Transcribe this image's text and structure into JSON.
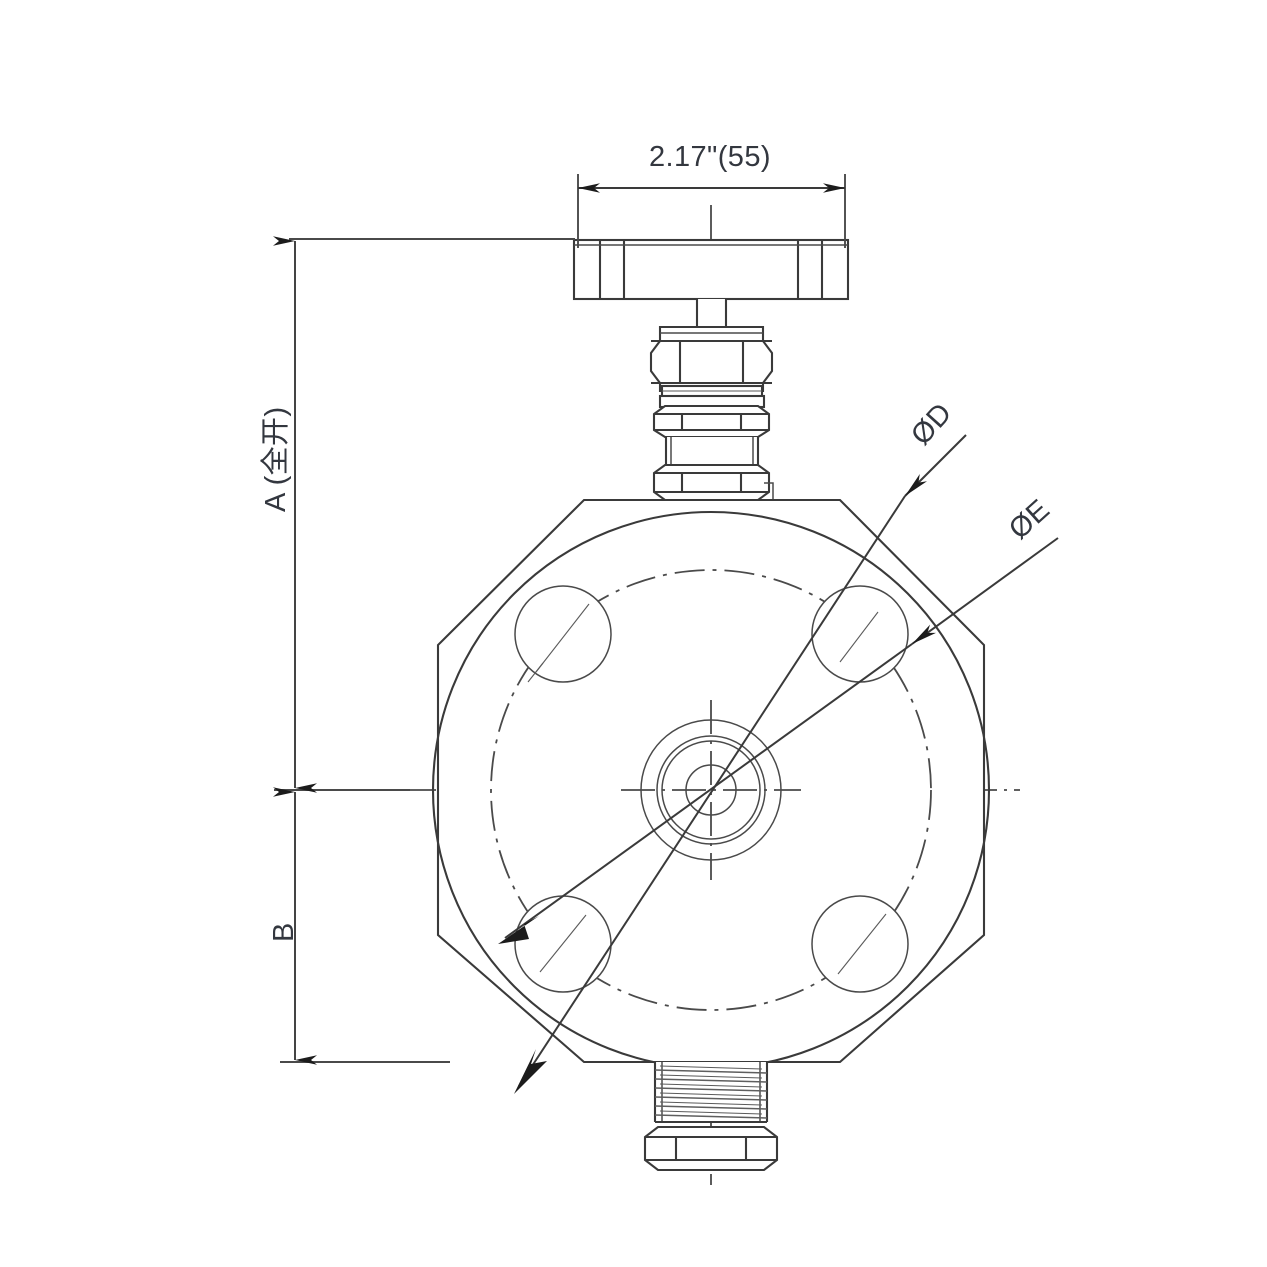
{
  "drawing": {
    "title": "Needle Valve Flanged Body Outline Drawing",
    "view": "front-elevation",
    "line_color": "#3a3a3a",
    "text_color": "#33373f",
    "background": "#ffffff"
  },
  "dimensions": {
    "handle_width": {
      "name": "handle-width",
      "label": "2.17\"(55)",
      "inches": "2.17",
      "millimeters": "55",
      "orientation": "horizontal",
      "position": "top"
    },
    "overall_height": {
      "name": "overall-height",
      "label": "A (全开)",
      "symbol": "A",
      "note": "全开",
      "note_meaning": "fully open",
      "orientation": "vertical",
      "position": "left"
    },
    "lower_height": {
      "name": "lower-height",
      "label": "B",
      "symbol": "B",
      "orientation": "vertical",
      "position": "left"
    },
    "outer_diameter": {
      "name": "outer-diameter",
      "label": "ØD",
      "symbol": "ØD",
      "target": "flange outer circle",
      "orientation": "diagonal"
    },
    "bolt_circle_diameter": {
      "name": "bolt-circle-diameter",
      "label": "ØE",
      "symbol": "ØE",
      "target": "bolt hole pitch circle",
      "orientation": "diagonal"
    }
  },
  "components": {
    "handle": {
      "name": "t-handle",
      "type": "t-bar handwheel"
    },
    "stem": {
      "name": "valve-stem",
      "type": "rod"
    },
    "gland_nut": {
      "name": "gland-nut",
      "type": "hex"
    },
    "packing_ring": {
      "name": "packing-ring",
      "type": "ring"
    },
    "bonnet_nut": {
      "name": "bonnet-nut",
      "type": "hex"
    },
    "bonnet": {
      "name": "bonnet",
      "type": "cylinder"
    },
    "body_nut": {
      "name": "body-hex-nut",
      "type": "hex"
    },
    "body": {
      "name": "valve-body",
      "type": "octagonal flange"
    },
    "flange_face": {
      "name": "flange-face-circle",
      "type": "circle"
    },
    "bolt_circle": {
      "name": "bolt-pitch-circle",
      "type": "dash-dot circle"
    },
    "bolt_holes": {
      "name": "bolt-holes",
      "count": 4
    },
    "center_port": {
      "name": "center-port",
      "rings": 4
    },
    "outlet_thread": {
      "name": "outlet-thread",
      "type": "external thread"
    },
    "outlet_nut": {
      "name": "outlet-hex-nut",
      "type": "hex"
    }
  },
  "centerlines": {
    "vertical": {
      "name": "vertical-centerline",
      "style": "dash-dot"
    },
    "horizontal": {
      "name": "horizontal-centerline",
      "style": "dash-dot"
    }
  }
}
